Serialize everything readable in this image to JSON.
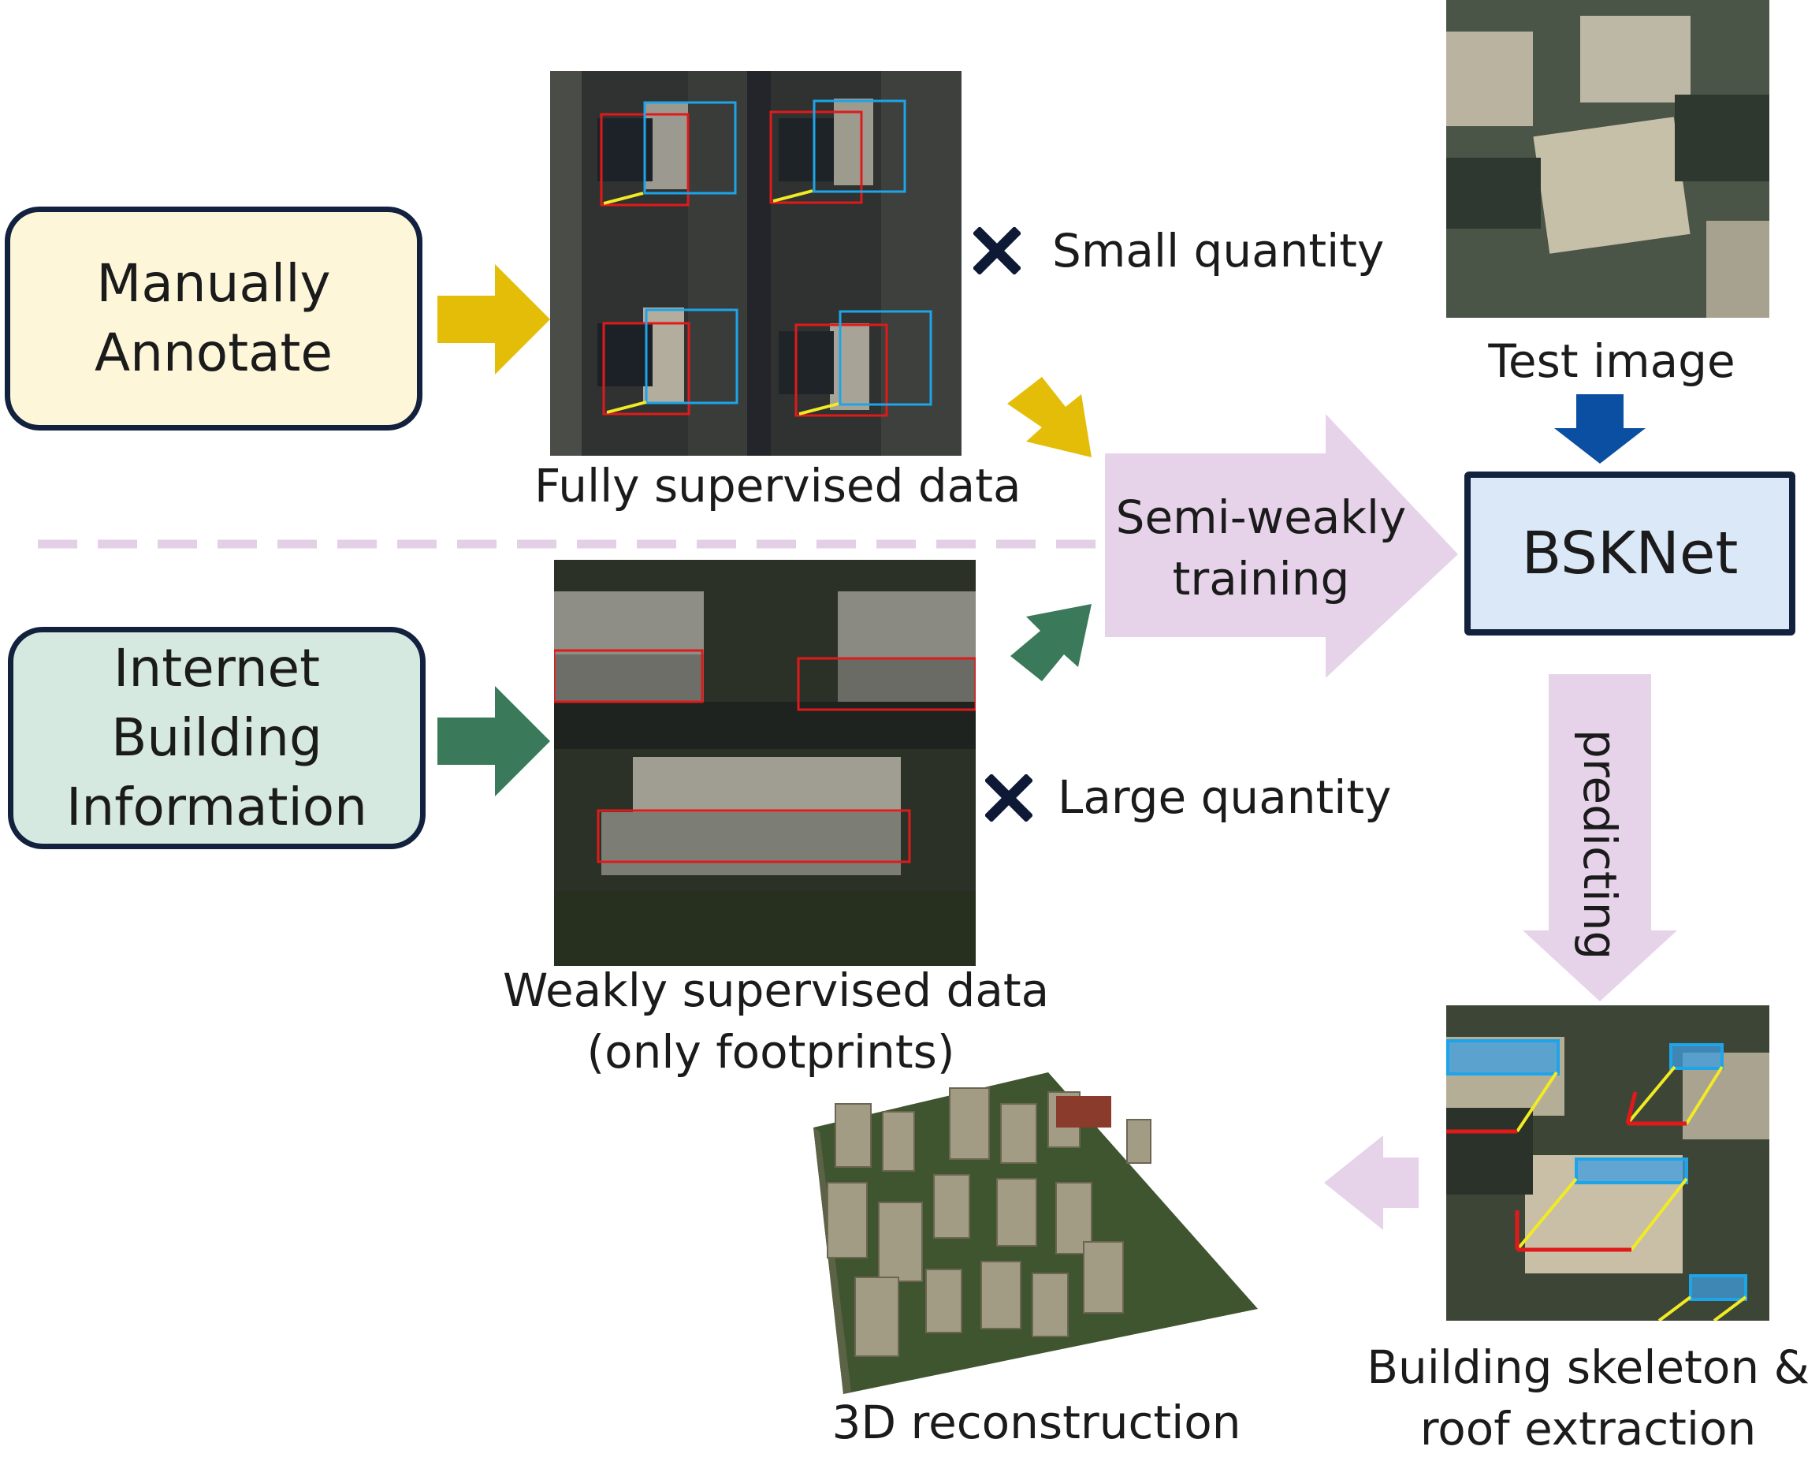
{
  "sources": {
    "manual": "Manually\nAnnotate",
    "internet": "Internet\nBuilding\nInformation"
  },
  "data_labels": {
    "fully": "Fully supervised data",
    "weakly_line1": "Weakly supervised data",
    "weakly_line2": "(only footprints)"
  },
  "quantity": {
    "small": "Small quantity",
    "large": "Large quantity"
  },
  "training": {
    "line1": "Semi-weakly",
    "line2": "training"
  },
  "model": {
    "name": "BSKNet"
  },
  "test": {
    "label": "Test image"
  },
  "predicting": {
    "label": "predicting"
  },
  "outputs": {
    "skeleton_line1": "Building skeleton &",
    "skeleton_line2": "roof extraction",
    "reconstruction": "3D reconstruction"
  },
  "colors": {
    "manual_fill": "#fdf6d9",
    "internet_fill": "#d5e9e1",
    "bsknet_fill": "#dae8f8",
    "yellow_arrow": "#e3bd08",
    "green_arrow": "#3a7a5a",
    "blue_arrow": "#0b4fa2",
    "lavender_arrow": "#e6d3ea",
    "dashed_divider": "#e3cfe6"
  }
}
